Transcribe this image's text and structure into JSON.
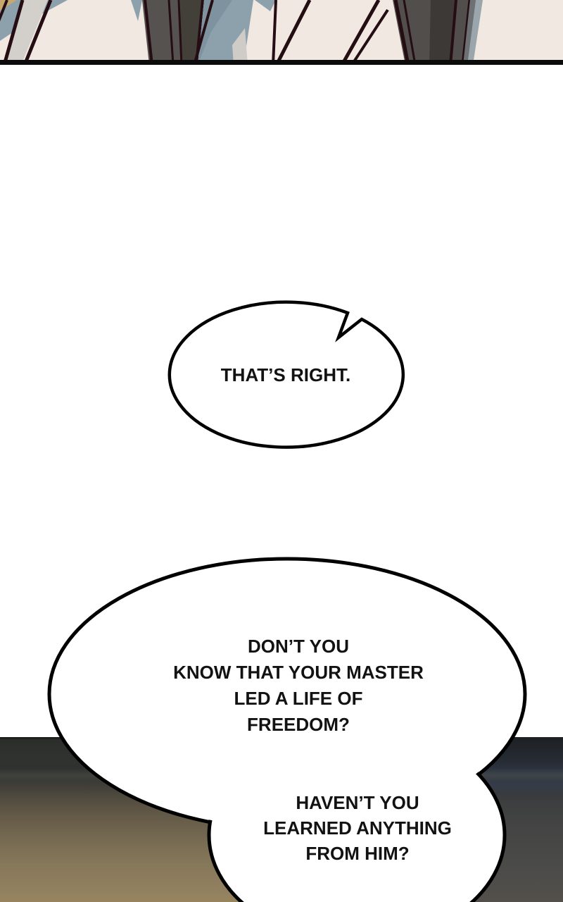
{
  "page": {
    "background": "#ffffff"
  },
  "bubbles": {
    "fill": "#ffffff",
    "stroke": "#000000",
    "text_color": "#121212",
    "small": {
      "text": "THAT’S RIGHT."
    },
    "large": {
      "top_lines": [
        "DON’T YOU",
        "KNOW THAT YOUR MASTER",
        "LED A LIFE OF",
        "FREEDOM?"
      ],
      "bottom_lines": [
        "HAVEN’T YOU",
        "LEARNED ANYTHING",
        "FROM HIM?"
      ]
    }
  },
  "artwork": {
    "top_panel_colors": {
      "cream": "#f1e9e1",
      "blue_gray": "#8da1ad",
      "blue_gray_dark": "#7e939f",
      "light_gray": "#d3d0cb",
      "dark_gray": "#524e4b",
      "darker_gray": "#3c3937",
      "maroon_line": "#240d13",
      "tan": "#c8a76e",
      "border_black": "#0b0b0b"
    },
    "bottom_panel_colors": {
      "charcoal": "#2e302e",
      "navy_band": "#343b4a",
      "olive_gray": "#4a4a46",
      "brown": "#685e4a",
      "tan_glow": "#97855f"
    }
  }
}
